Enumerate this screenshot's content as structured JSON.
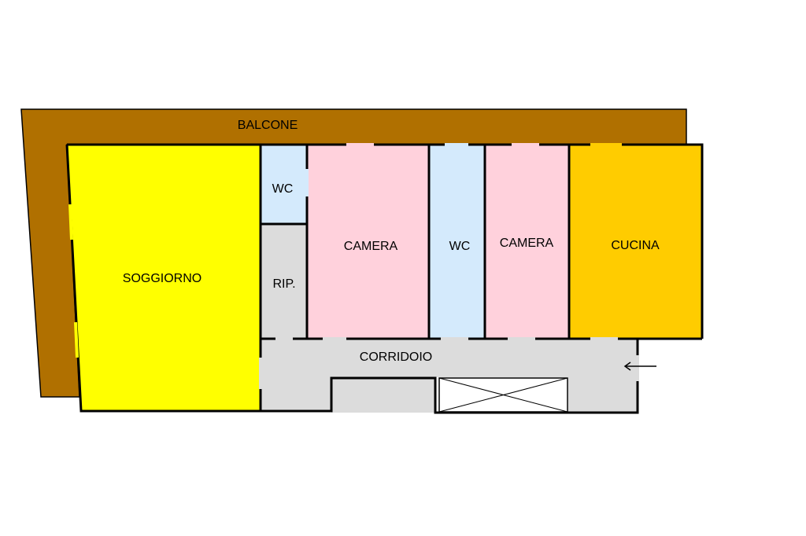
{
  "labels": {
    "balcone": "BALCONE",
    "soggiorno": "SOGGIORNO",
    "wc_small": "WC",
    "rip": "RIP.",
    "camera_1": "CAMERA",
    "wc_large": "WC",
    "camera_2": "CAMERA",
    "cucina": "CUCINA",
    "corridoio": "CORRIDOIO"
  },
  "colors": {
    "balcone": "#B07000",
    "soggiorno": "#FFFF00",
    "wc": "#D4EAFC",
    "rip": "#DCDCDC",
    "camera": "#FFD1DC",
    "cucina": "#FFCC00",
    "corridoio": "#DCDCDC",
    "wall": "#000000"
  },
  "icons": {
    "entrance": "arrow-left-icon",
    "shaft": "crossed-box-icon"
  }
}
